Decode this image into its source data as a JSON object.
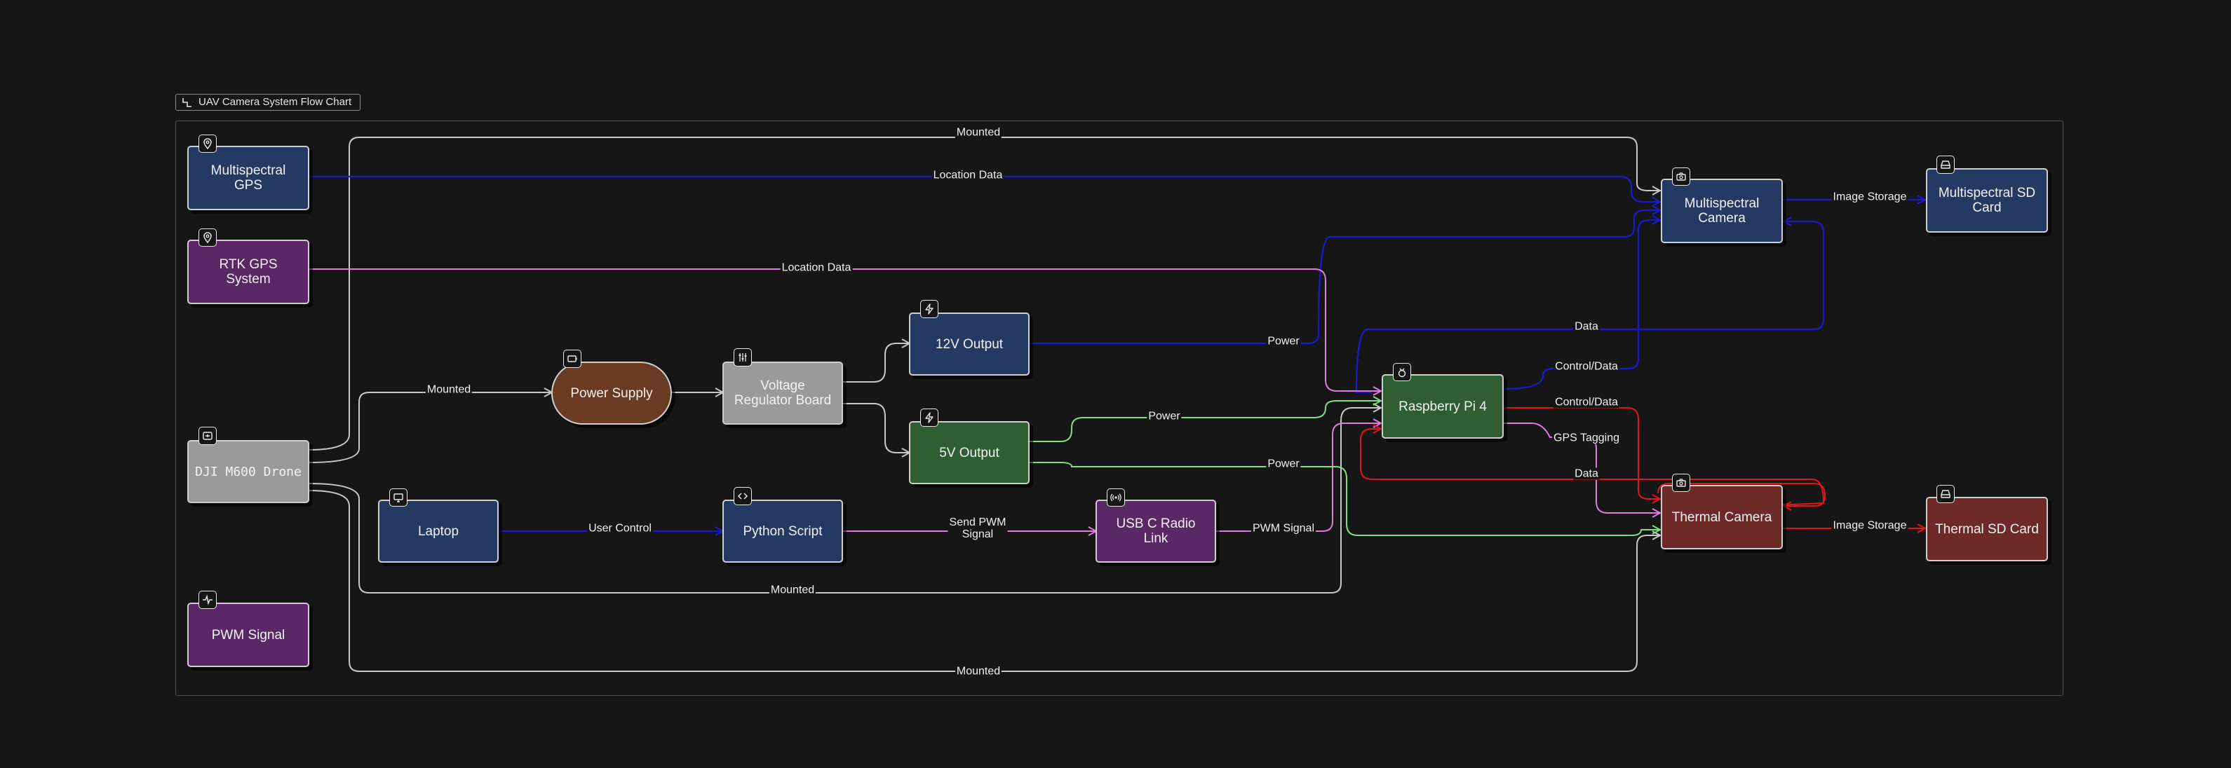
{
  "group": {
    "title": "UAV Camera System Flow Chart",
    "icon": "flowchart-icon"
  },
  "colors": {
    "background": "#161616",
    "navy_node": "#243a63",
    "purple_node": "#5b2866",
    "gray_node": "#9a9a9a",
    "brown_node": "#6a3b22",
    "green_node": "#2f5e33",
    "red_node": "#6e2a26",
    "edge_gray": "#c8c8c8",
    "edge_blue": "#1414b4",
    "edge_pink": "#e07ae0",
    "edge_green": "#7fe07f",
    "edge_red": "#e01818"
  },
  "nodes": {
    "multispectral_gps": {
      "label": "Multispectral\nGPS",
      "icon": "map-pin-icon"
    },
    "rtk_gps": {
      "label": "RTK GPS\nSystem",
      "icon": "map-pin-icon"
    },
    "dji_drone": {
      "label": "DJI M600 Drone",
      "icon": "drone-icon"
    },
    "pwm_signal": {
      "label": "PWM Signal",
      "icon": "pulse-icon"
    },
    "power_supply": {
      "label": "Power Supply",
      "icon": "battery-icon"
    },
    "voltage_regulator": {
      "label": "Voltage\nRegulator Board",
      "icon": "sliders-icon"
    },
    "out_12v": {
      "label": "12V Output",
      "icon": "lightning-icon"
    },
    "out_5v": {
      "label": "5V Output",
      "icon": "lightning-icon"
    },
    "laptop": {
      "label": "Laptop",
      "icon": "monitor-icon"
    },
    "python_script": {
      "label": "Python Script",
      "icon": "code-icon"
    },
    "usbc_radio": {
      "label": "USB C Radio\nLink",
      "icon": "radio-icon"
    },
    "raspberry_pi": {
      "label": "Raspberry Pi 4",
      "icon": "raspberry-icon"
    },
    "multispectral_camera": {
      "label": "Multispectral\nCamera",
      "icon": "camera-icon"
    },
    "thermal_camera": {
      "label": "Thermal Camera",
      "icon": "camera-icon"
    },
    "multispectral_sd": {
      "label": "Multispectral SD\nCard",
      "icon": "storage-icon"
    },
    "thermal_sd": {
      "label": "Thermal SD Card",
      "icon": "storage-icon"
    }
  },
  "edge_labels": {
    "mounted_top": "Mounted",
    "location_data_multi": "Location Data",
    "location_data_rtk": "Location Data",
    "mounted_power": "Mounted",
    "power_12v": "Power",
    "power_5v_pi": "Power",
    "power_5v_thermal": "Power",
    "data_multi": "Data",
    "control_data_multi": "Control/Data",
    "control_data_thermal": "Control/Data",
    "gps_tagging": "GPS Tagging",
    "data_thermal": "Data",
    "user_control": "User Control",
    "send_pwm": "Send PWM\nSignal",
    "pwm_signal": "PWM Signal",
    "mounted_mid": "Mounted",
    "mounted_bottom": "Mounted",
    "image_storage_multi": "Image Storage",
    "image_storage_thermal": "Image Storage"
  }
}
